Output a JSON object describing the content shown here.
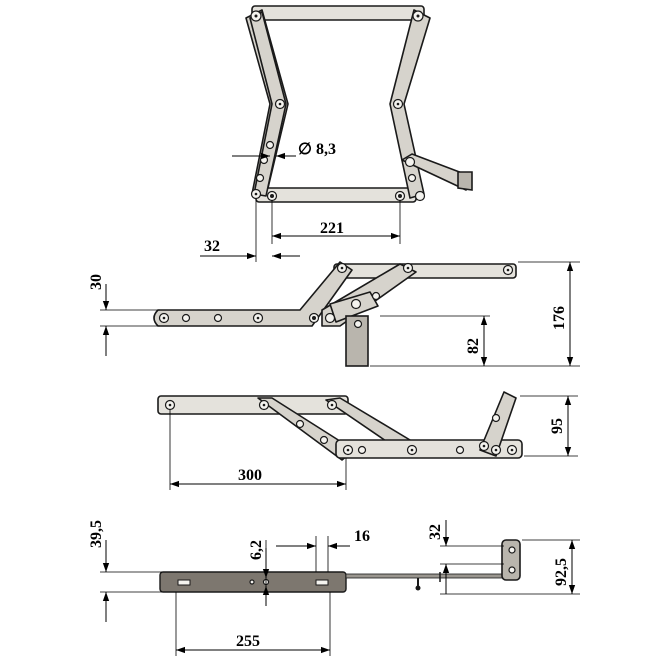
{
  "dimensions": {
    "hole_diameter": "∅ 8,3",
    "pivot_spacing": "221",
    "offset": "32",
    "lift_height": "30",
    "open_height": "176",
    "leg_height": "82",
    "closed_height": "95",
    "closed_length": "300",
    "base_height": "39,5",
    "slot_width": "6,2",
    "slot_length": "16",
    "top_offset": "32",
    "total_height": "92,5",
    "base_length": "255"
  }
}
